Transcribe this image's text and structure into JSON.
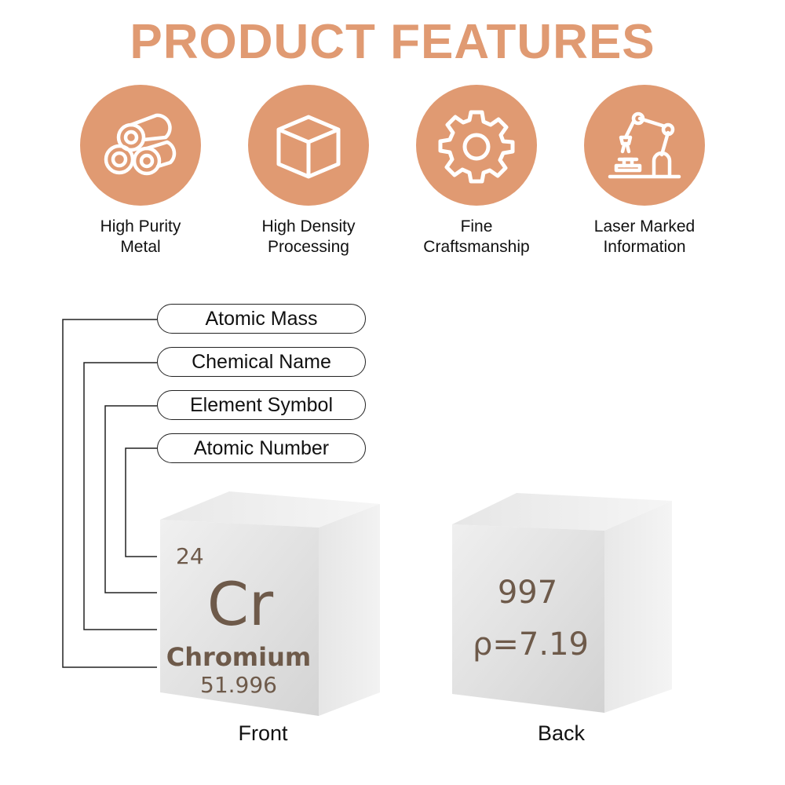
{
  "header": {
    "title": "PRODUCT FEATURES"
  },
  "features": [
    {
      "label": "High Purity\nMetal",
      "icon": "metal-rods-icon"
    },
    {
      "label": "High Density\nProcessing",
      "icon": "cube-icon"
    },
    {
      "label": "Fine\nCraftsmanship",
      "icon": "gear-icon"
    },
    {
      "label": "Laser Marked\nInformation",
      "icon": "robot-arm-icon"
    }
  ],
  "callouts": {
    "atomic_mass": "Atomic Mass",
    "chemical_name": "Chemical Name",
    "element_symbol": "Element Symbol",
    "atomic_number": "Atomic Number"
  },
  "front_cube": {
    "atomic_number": "24",
    "symbol": "Cr",
    "name": "Chromium",
    "mass": "51.996",
    "caption": "Front"
  },
  "back_cube": {
    "purity": "997",
    "density": "ρ=7.19",
    "caption": "Back"
  },
  "colors": {
    "accent": "#e09a72",
    "engraving": "#6e5a4a",
    "cube_face": "#e4e4e4"
  }
}
